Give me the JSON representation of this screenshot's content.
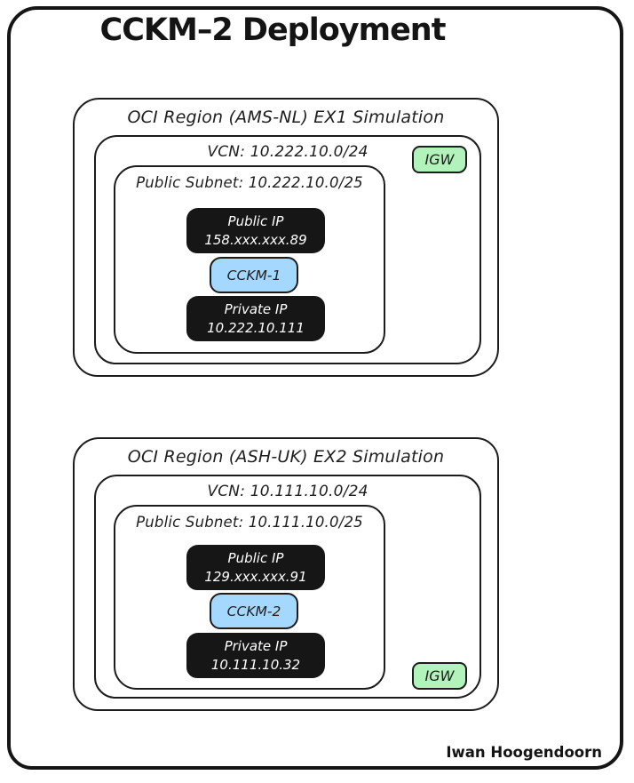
{
  "page": {
    "title": "CCKM–2 Deployment",
    "footer": "Iwan Hoogendoorn"
  },
  "colors": {
    "ink": "#1c1c1c",
    "chip_black": "#161616",
    "chip_blue": "#a5d8ff",
    "igw_green": "#b2f2bb",
    "text_on_dark": "#ffffff",
    "background": "#ffffff"
  },
  "regions": [
    {
      "label": "OCI Region (AMS-NL) EX1 Simulation",
      "vcn_label": "VCN: 10.222.10.0/24",
      "igw_label": "IGW",
      "subnet_label": "Public Subnet: 10.222.10.0/25",
      "public_ip": {
        "title": "Public IP",
        "value": "158.xxx.xxx.89"
      },
      "instance_label": "CCKM-1",
      "private_ip": {
        "title": "Private IP",
        "value": "10.222.10.111"
      }
    },
    {
      "label": "OCI Region (ASH-UK) EX2 Simulation",
      "vcn_label": "VCN: 10.111.10.0/24",
      "igw_label": "IGW",
      "subnet_label": "Public Subnet: 10.111.10.0/25",
      "public_ip": {
        "title": "Public IP",
        "value": "129.xxx.xxx.91"
      },
      "instance_label": "CCKM-2",
      "private_ip": {
        "title": "Private IP",
        "value": "10.111.10.32"
      }
    }
  ]
}
